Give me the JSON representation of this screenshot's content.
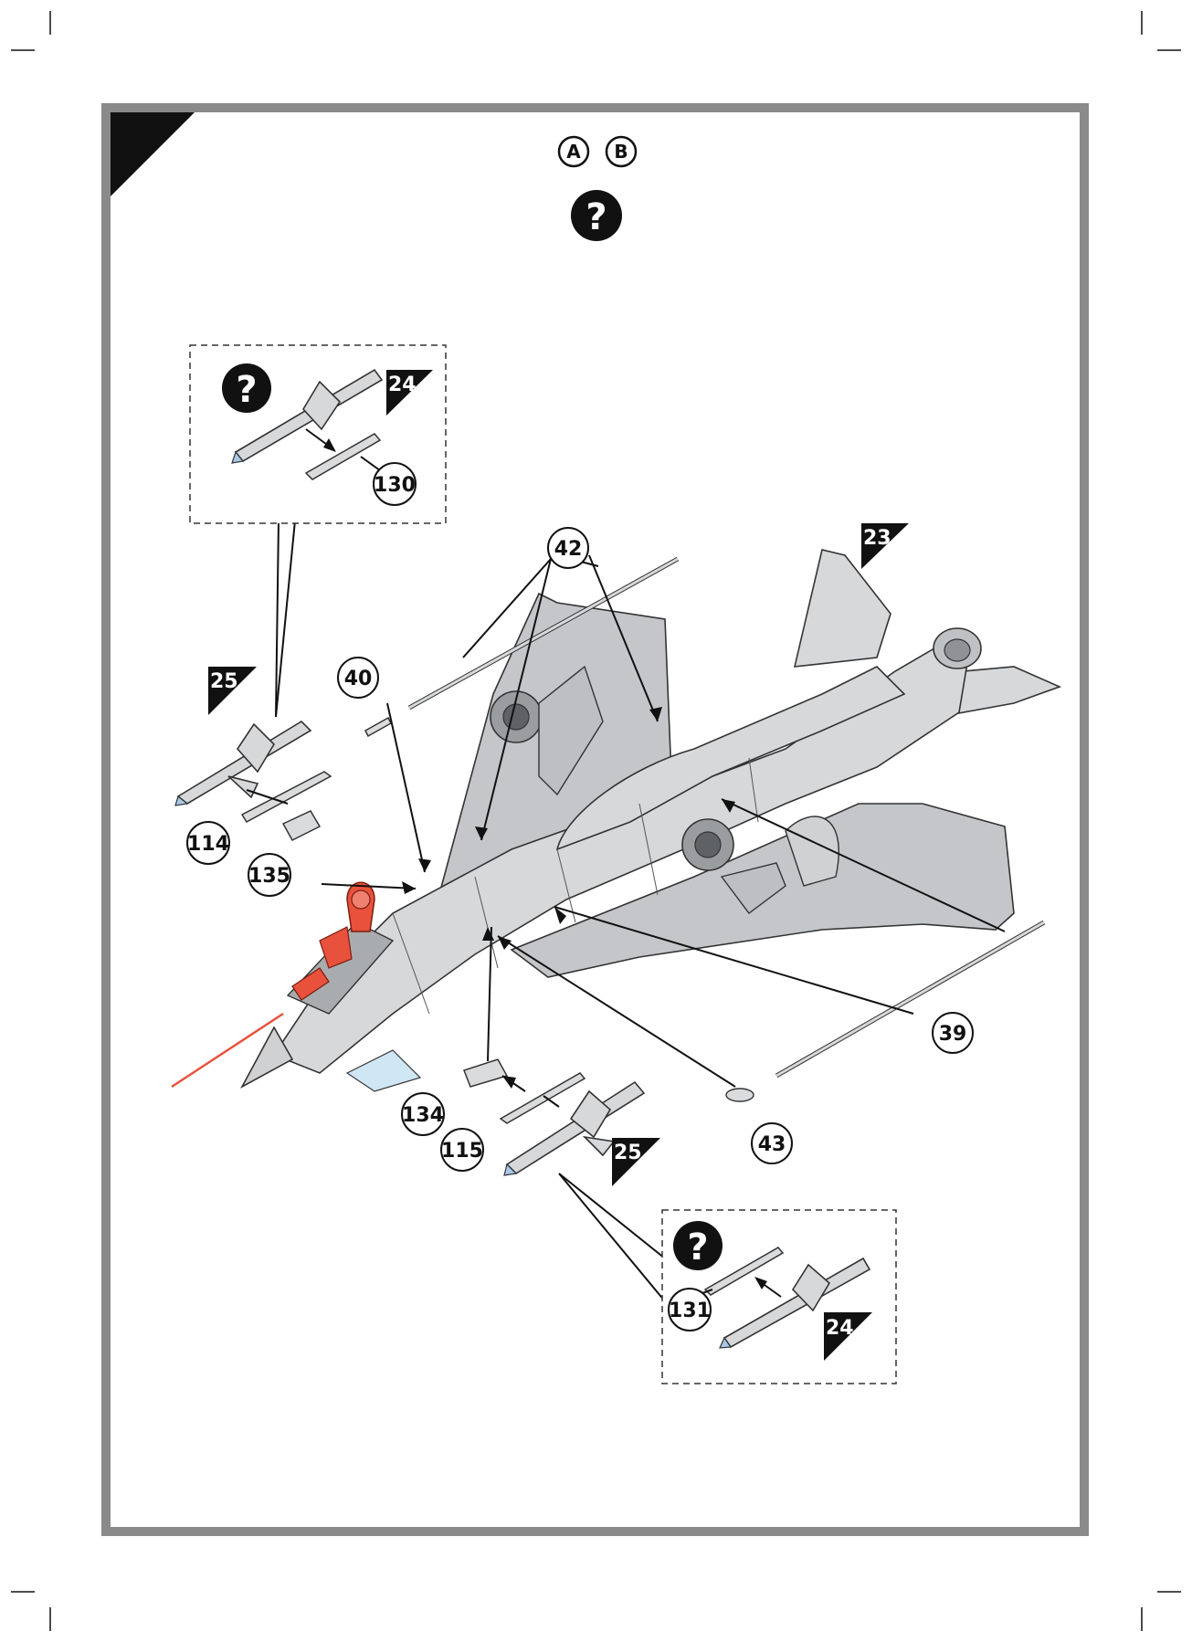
{
  "header": {
    "variants": [
      "A",
      "B"
    ]
  },
  "callouts": {
    "n39": "39",
    "n40": "40",
    "n42": "42",
    "n43": "43",
    "n114": "114",
    "n115": "115",
    "n130": "130",
    "n131": "131",
    "n134": "134",
    "n135": "135"
  },
  "flags": {
    "f23": "23",
    "f24_top": "24",
    "f24_bottom": "24",
    "f25_left": "25",
    "f25_bottom": "25"
  },
  "icons": {
    "help": "question-mark-icon",
    "help_glyph": "?"
  },
  "colors": {
    "frame": "#8a8a8a",
    "aircraft": "#d6d8da",
    "ejection_seat": "#e8513b",
    "canopy": "#cfe6f5",
    "step_corner": "#111111"
  }
}
